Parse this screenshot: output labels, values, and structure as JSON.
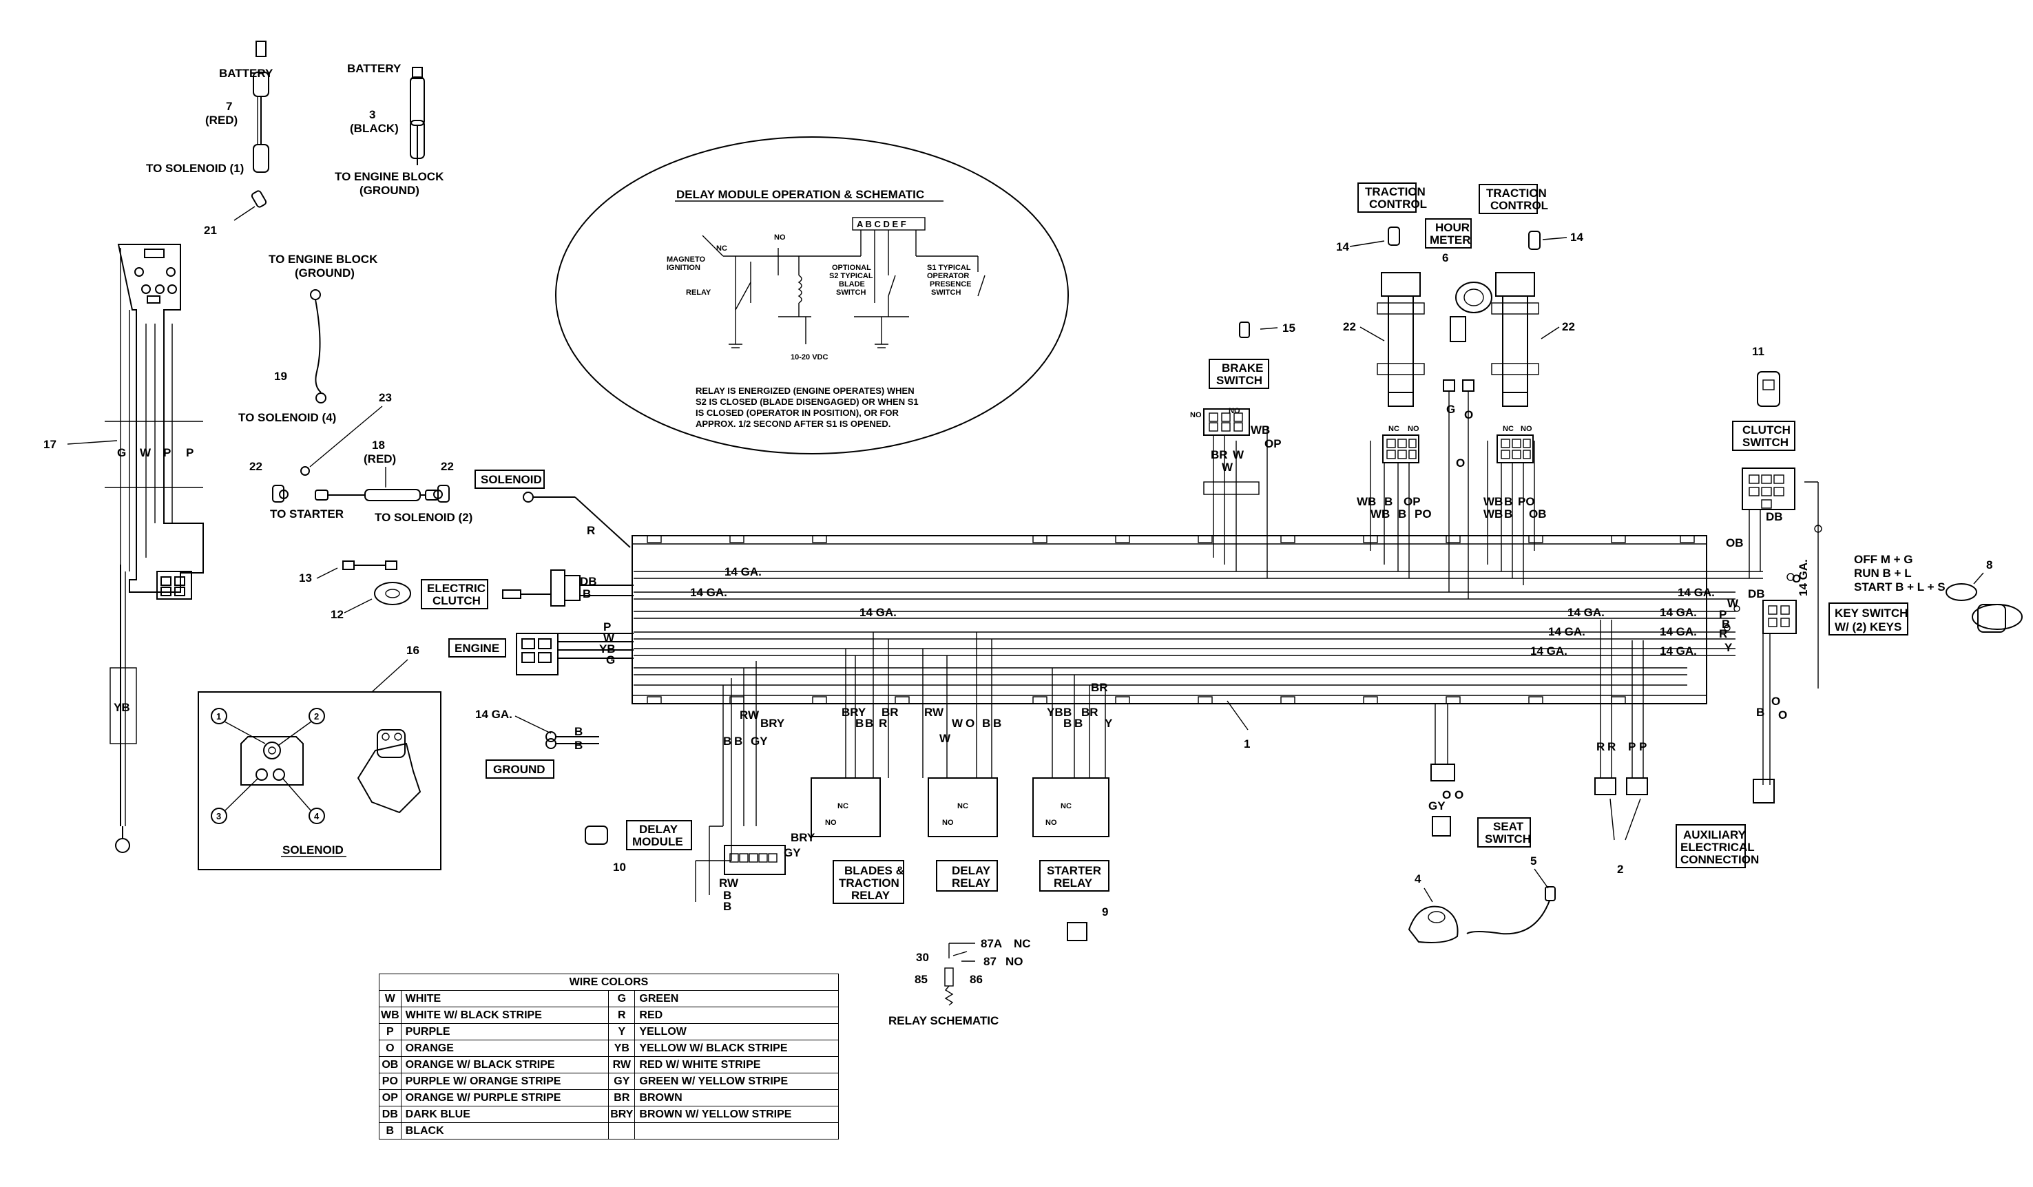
{
  "battery": {
    "left_label": "BATTERY",
    "red_number": "7",
    "red_color": "(RED)",
    "to_solenoid": "TO SOLENOID (1)",
    "right_label": "BATTERY",
    "black_number": "3",
    "black_color": "(BLACK)",
    "to_engine_block": "TO ENGINE BLOCK",
    "ground": "(GROUND)"
  },
  "callouts": {
    "c21": "21",
    "c17": "17",
    "c19": "19",
    "c23": "23",
    "c18": "18",
    "c22a": "22",
    "c22b": "22",
    "c13": "13",
    "c12": "12",
    "c16": "16",
    "c10": "10",
    "c1": "1",
    "c9": "9",
    "c4": "4",
    "c5": "5",
    "c2": "2",
    "c8": "8",
    "c11": "11",
    "c14a": "14",
    "c14b": "14",
    "c6": "6",
    "c15": "15",
    "c22c": "22",
    "c22d": "22"
  },
  "left_parts": {
    "engine_block_to": "TO ENGINE BLOCK",
    "engine_block_ground": "(GROUND)",
    "to_solenoid_4": "TO SOLENOID (4)",
    "cable_18_color": "(RED)",
    "to_starter": "TO STARTER",
    "to_solenoid_2": "TO SOLENOID (2)",
    "harness_letters": [
      "G",
      "W",
      "P",
      "P"
    ],
    "yb": "YB"
  },
  "boxes": {
    "solenoid": "SOLENOID",
    "electric_clutch": [
      "ELECTRIC",
      "CLUTCH"
    ],
    "engine": "ENGINE",
    "ground": "GROUND",
    "delay_module": [
      "DELAY",
      "MODULE"
    ],
    "blades_traction_relay": [
      "BLADES &",
      "TRACTION",
      "RELAY"
    ],
    "delay_relay": [
      "DELAY",
      "RELAY"
    ],
    "starter_relay": [
      "STARTER",
      "RELAY"
    ],
    "seat_switch": [
      "SEAT",
      "SWITCH"
    ],
    "aux": [
      "AUXILIARY",
      "ELECTRICAL",
      "CONNECTION"
    ],
    "key_switch": [
      "KEY SWITCH",
      "W/ (2) KEYS"
    ],
    "clutch_switch": [
      "CLUTCH",
      "SWITCH"
    ],
    "brake_switch": [
      "BRAKE",
      "SWITCH"
    ],
    "traction_control_l": [
      "TRACTION",
      "CONTROL"
    ],
    "traction_control_r": [
      "TRACTION",
      "CONTROL"
    ],
    "hour_meter": [
      "HOUR",
      "METER"
    ]
  },
  "solenoid_detail": {
    "title": "SOLENOID",
    "terminals": [
      "1",
      "2",
      "3",
      "4"
    ]
  },
  "delay_schematic": {
    "title": "DELAY MODULE OPERATION & SCHEMATIC",
    "pins": "A B C D E F",
    "magneto": [
      "MAGNETO",
      "IGNITION"
    ],
    "nc": "NC",
    "no": "NO",
    "relay": "RELAY",
    "optional": [
      "OPTIONAL",
      "S2 TYPICAL",
      "BLADE",
      "SWITCH"
    ],
    "s1": [
      "S1 TYPICAL",
      "OPERATOR",
      "PRESENCE",
      "SWITCH"
    ],
    "voltage": "10-20 VDC",
    "note": [
      "RELAY IS ENERGIZED (ENGINE OPERATES) WHEN",
      "S2 IS CLOSED (BLADE DISENGAGED) OR WHEN S1",
      "IS CLOSED (OPERATOR IN POSITION), OR FOR",
      "APPROX. 1/2 SECOND AFTER S1 IS OPENED."
    ]
  },
  "wire_labels": {
    "ga14": "14 GA.",
    "db": "DB",
    "b": "B",
    "p": "P",
    "w": "W",
    "yb": "YB",
    "g": "G",
    "r": "R",
    "o": "O",
    "y": "Y",
    "wb": "WB",
    "br": "BR",
    "op": "OP",
    "po": "PO",
    "ob": "OB",
    "rw": "RW",
    "bry": "BRY",
    "gy": "GY"
  },
  "relay_contacts": {
    "nc": "NC",
    "no": "NO"
  },
  "relay_schematic": {
    "title": "RELAY SCHEMATIC",
    "t30": "30",
    "t87a": "87A",
    "nc": "NC",
    "t87": "87",
    "no": "NO",
    "t85": "85",
    "t86": "86"
  },
  "key_switch_positions": [
    "OFF   M + G",
    "RUN   B + L",
    "START B + L + S"
  ],
  "wire_colors": {
    "title": "WIRE COLORS",
    "rows": [
      [
        "W",
        "WHITE",
        "G",
        "GREEN"
      ],
      [
        "WB",
        "WHITE W/ BLACK STRIPE",
        "R",
        "RED"
      ],
      [
        "P",
        "PURPLE",
        "Y",
        "YELLOW"
      ],
      [
        "O",
        "ORANGE",
        "YB",
        "YELLOW W/ BLACK STRIPE"
      ],
      [
        "OB",
        "ORANGE W/ BLACK STRIPE",
        "RW",
        "RED W/ WHITE STRIPE"
      ],
      [
        "PO",
        "PURPLE W/ ORANGE STRIPE",
        "GY",
        "GREEN W/ YELLOW STRIPE"
      ],
      [
        "OP",
        "ORANGE W/ PURPLE STRIPE",
        "BR",
        "BROWN"
      ],
      [
        "DB",
        "DARK BLUE",
        "BRY",
        "BROWN W/ YELLOW STRIPE"
      ],
      [
        "B",
        "BLACK",
        "",
        ""
      ]
    ]
  }
}
